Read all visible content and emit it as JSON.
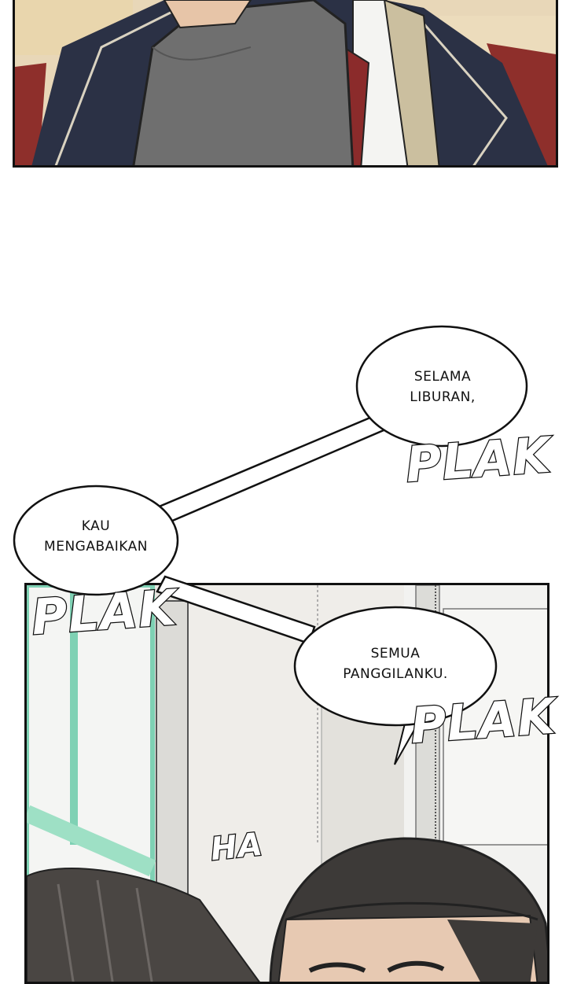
{
  "comic": {
    "bubbles": [
      {
        "lines": [
          "SELAMA",
          "LIBURAN,"
        ]
      },
      {
        "lines": [
          "KAU",
          "MENGABAIKAN"
        ]
      },
      {
        "lines": [
          "SEMUA",
          "PANGGILANKU."
        ]
      }
    ],
    "sfx": {
      "plak_1": "PLAK",
      "plak_2": "PLAK",
      "plak_3": "PLAK",
      "ha": "HA"
    }
  }
}
